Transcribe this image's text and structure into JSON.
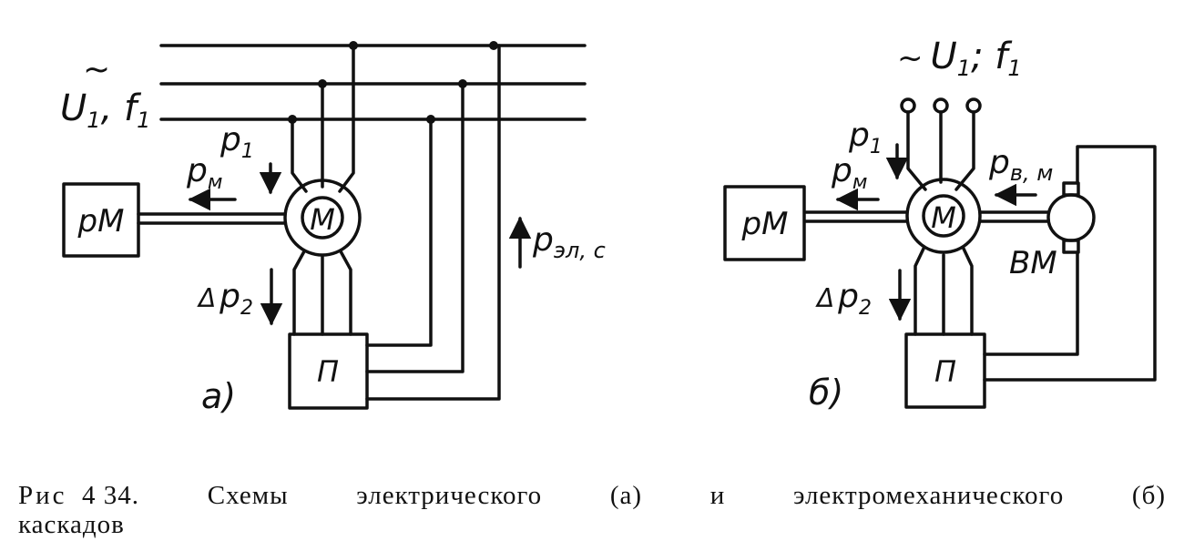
{
  "diagram_a": {
    "supply": "U",
    "supply_sub": "1",
    "supply_sep": ", f",
    "supply_freq_sub": "1",
    "supply_mark": "~",
    "p1": "p",
    "p1_sub": "1",
    "pm": "p",
    "pm_sub": "м",
    "load_box": "рМ",
    "motor": "М",
    "dp2_delta": "Δ",
    "dp2": "p",
    "dp2_sub": "2",
    "pel": "p",
    "pel_sub": "эл, с",
    "converter": "П",
    "panel_label": "а)"
  },
  "diagram_b": {
    "supply_mark": "~",
    "supply": "U",
    "supply_sub": "1",
    "supply_sep": "; f",
    "supply_freq_sub": "1",
    "p1": "p",
    "p1_sub": "1",
    "pm": "p",
    "pm_sub": "м",
    "pvm": "p",
    "pvm_sub": "в, м",
    "load_box": "рМ",
    "motor": "М",
    "aux_machine": "ВМ",
    "dp2_delta": "Δ",
    "dp2": "p",
    "dp2_sub": "2",
    "converter": "П",
    "panel_label": "б)"
  },
  "caption": {
    "head": "Рис",
    "number": "4 34.",
    "w1": "Схемы",
    "w2": "электрического",
    "w3": "(а)",
    "w4": "и",
    "w5": "электромеханического",
    "w6": "(б)",
    "line2": "каскадов"
  }
}
